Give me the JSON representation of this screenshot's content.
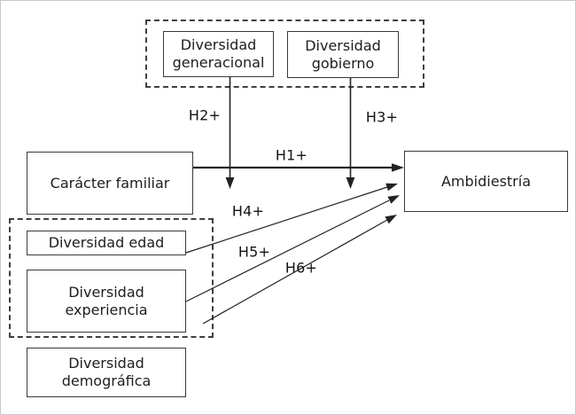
{
  "figure": {
    "background": "#ffffff",
    "frame_border_color": "#c9c9c9",
    "box_border_color": "#3a3a3a",
    "line_color": "#232323",
    "text_color": "#1d1d1d"
  },
  "nodes": {
    "generacional": {
      "label": "Diversidad generacional"
    },
    "gobierno": {
      "label": "Diversidad gobierno"
    },
    "caracter": {
      "label": "Carácter familiar"
    },
    "ambidiestria": {
      "label": "Ambidiestría"
    },
    "edad": {
      "label": "Diversidad edad"
    },
    "experiencia": {
      "label": "Diversidad experiencia"
    },
    "demografica": {
      "label": "Diversidad demográfica"
    }
  },
  "edges": [
    {
      "id": "h1",
      "label": "H1+",
      "from": "caracter",
      "to": "ambidiestria"
    },
    {
      "id": "h2",
      "label": "H2+",
      "from": "generacional",
      "to": "h1_arrow"
    },
    {
      "id": "h3",
      "label": "H3+",
      "from": "gobierno",
      "to": "h1_arrow"
    },
    {
      "id": "h4",
      "label": "H4+",
      "from": "edad",
      "to": "ambidiestria"
    },
    {
      "id": "h5",
      "label": "H5+",
      "from": "experiencia",
      "to": "ambidiestria"
    },
    {
      "id": "h6",
      "label": "H6+",
      "from": "edad_experiencia_group",
      "to": "ambidiestria"
    }
  ]
}
